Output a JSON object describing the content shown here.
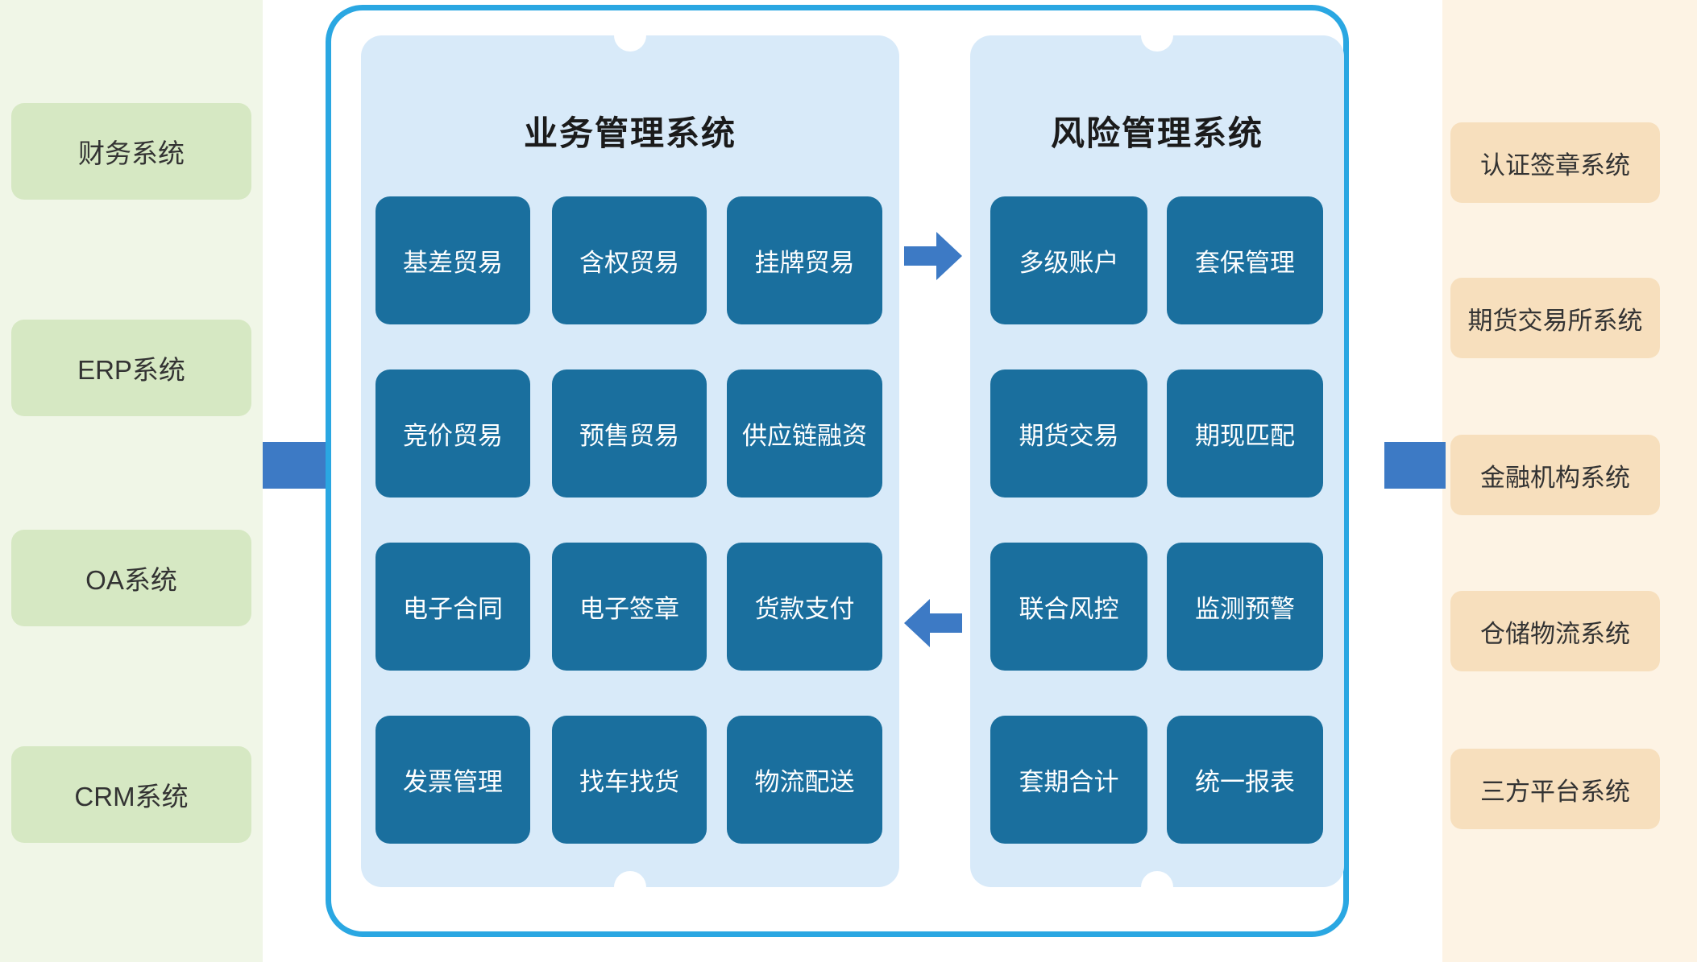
{
  "left_column": {
    "items": [
      "财务系统",
      "ERP系统",
      "OA系统",
      "CRM系统"
    ]
  },
  "right_column": {
    "items": [
      "认证签章系统",
      "期货交易所系统",
      "金融机构系统",
      "仓储物流系统",
      "三方平台系统"
    ]
  },
  "center": {
    "business_panel": {
      "title": "业务管理系统",
      "tiles": [
        "基差贸易",
        "含权贸易",
        "挂牌贸易",
        "竞价贸易",
        "预售贸易",
        "供应链融资",
        "电子合同",
        "电子签章",
        "货款支付",
        "发票管理",
        "找车找货",
        "物流配送"
      ]
    },
    "risk_panel": {
      "title": "风险管理系统",
      "tiles": [
        "多级账户",
        "套保管理",
        "期货交易",
        "期现匹配",
        "联合风控",
        "监测预警",
        "套期合计",
        "统一报表"
      ]
    }
  },
  "colors": {
    "frame_border": "#2aa7e2",
    "panel_bg": "#d8eaf9",
    "tile_bg": "#1a6f9e",
    "arrow_blue": "#3d7ac5",
    "left_col_bg": "#f0f6e7",
    "left_box_bg": "#d6e8c3",
    "right_col_bg": "#fdf3e4",
    "right_box_bg": "#f7dfbd"
  }
}
